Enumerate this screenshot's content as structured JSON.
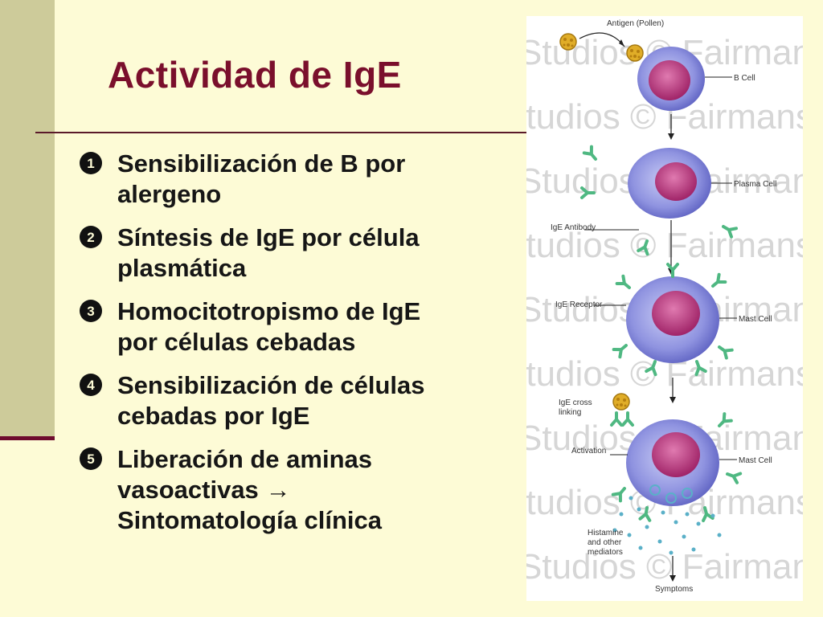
{
  "slide": {
    "title": "Actividad de IgE",
    "bullets": [
      {
        "num": "1",
        "lines": [
          "Sensibilización de B por",
          "alergeno"
        ]
      },
      {
        "num": "2",
        "lines": [
          "Síntesis de IgE por célula",
          "plasmática"
        ]
      },
      {
        "num": "3",
        "lines": [
          "Homocitotropismo de IgE",
          "por células cebadas"
        ]
      },
      {
        "num": "4",
        "lines": [
          "Sensibilización de células",
          "cebadas por IgE"
        ]
      },
      {
        "num": "5",
        "lines": [
          "Liberación de aminas",
          "vasoactivas",
          "Sintomatología clínica"
        ]
      }
    ],
    "arrow_glyph": "→"
  },
  "figure": {
    "watermark": "Studios © Fairmanstudios",
    "labels": {
      "antigen": "Antigen (Pollen)",
      "b_cell": "B Cell",
      "plasma_cell": "Plasma Cell",
      "ige_antibody": "IgE Antibody",
      "ige_receptor": "IgE Receptor",
      "mast_cell_1": "Mast Cell",
      "ige_cross_1": "IgE cross",
      "ige_cross_2": "linking",
      "activation": "Activation",
      "mast_cell_2": "Mast Cell",
      "histamine_1": "Histamine",
      "histamine_2": "and other",
      "histamine_3": "mediators",
      "symptoms": "Symptoms"
    }
  },
  "colors": {
    "background": "#fdfbd6",
    "sidebar": "#cdcb9a",
    "accent": "#7a0f2c",
    "cell_body": "#7b7fd6",
    "nucleus": "#b8327a",
    "antibody": "#58c08a",
    "pollen": "#d9a520",
    "granule": "#5ab0c8"
  },
  "icons": [
    "circled-number-icon",
    "right-arrow-icon",
    "pollen-icon",
    "antibody-icon",
    "cell-icon"
  ]
}
